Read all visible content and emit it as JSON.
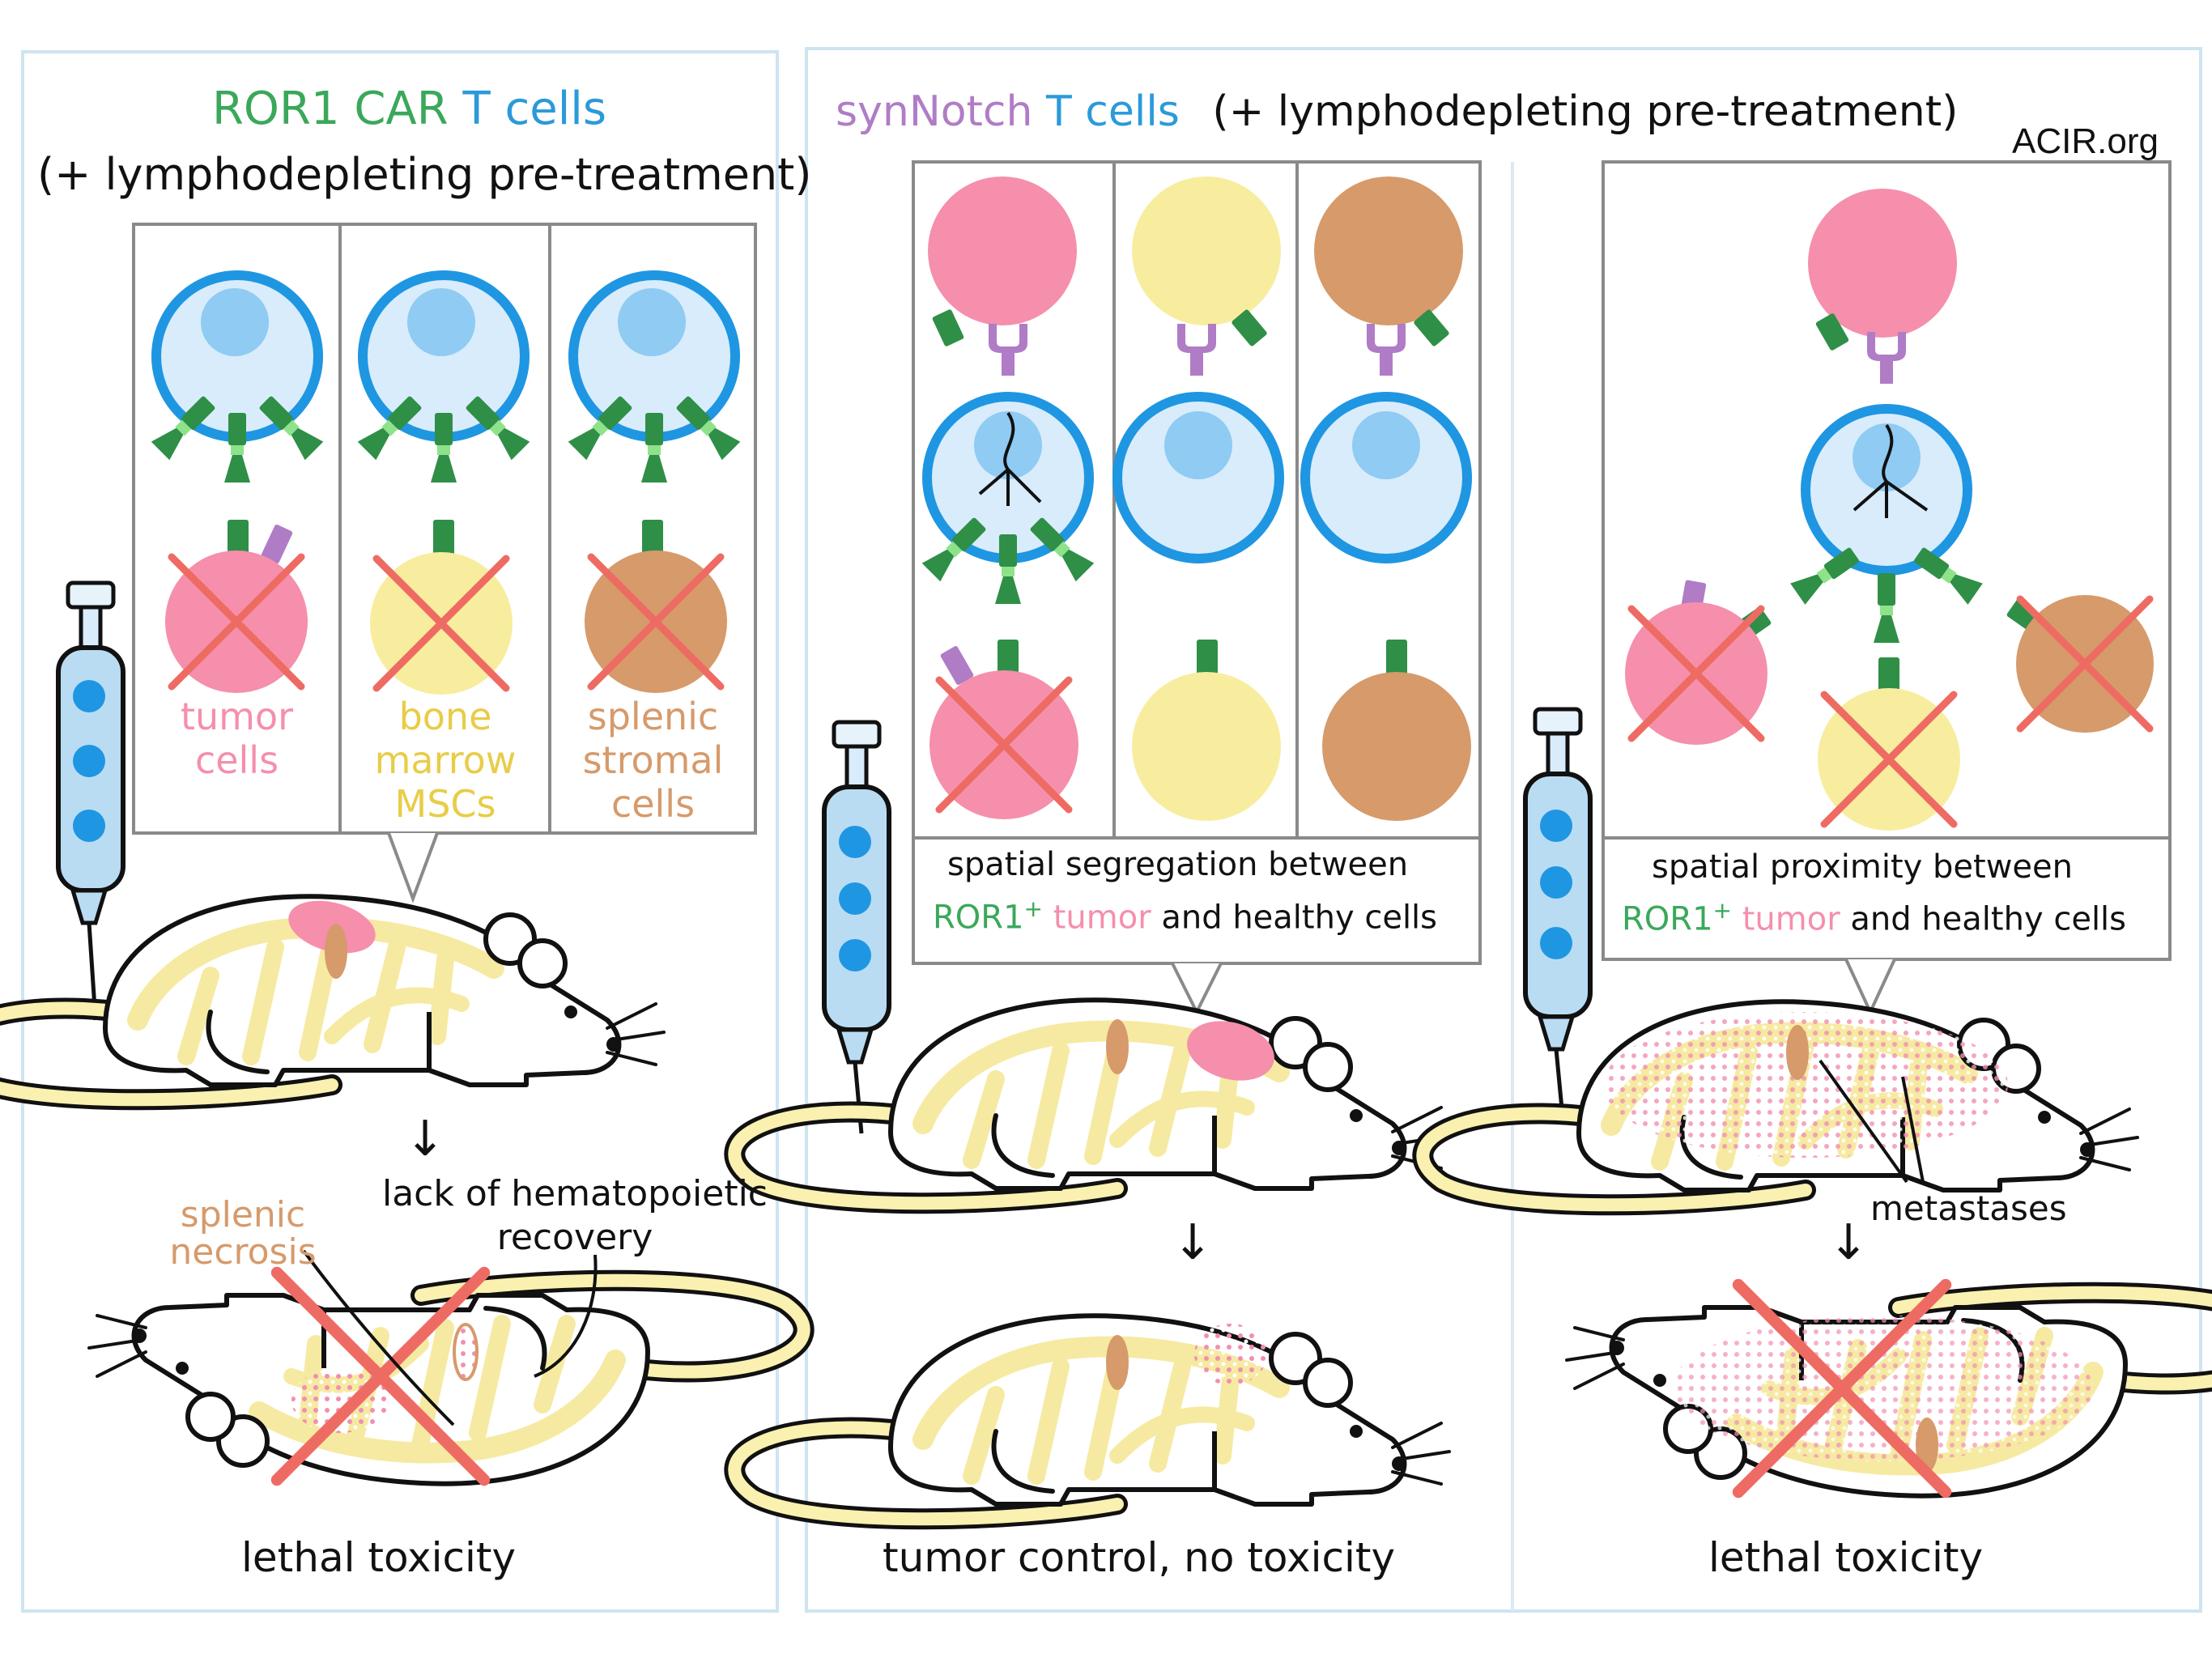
{
  "colors": {
    "green": "#3aa85a",
    "blue": "#2b9ad9",
    "purple": "#b07cc6",
    "pink": "#f58fab",
    "yellow": "#f2e27a",
    "brown": "#d69a6b",
    "red_cross": "#ee6b63",
    "panel_border": "#cfe4f1"
  },
  "watermark": "ACIR.org",
  "left_panel": {
    "title_ror1_car": "ROR1 CAR",
    "title_t_cells": "T cells",
    "subtitle": "(+ lymphodepleting  pre-treatment)",
    "targets": [
      {
        "lines": [
          "tumor",
          "cells"
        ],
        "color": "pink"
      },
      {
        "lines": [
          "bone",
          "marrow",
          "MSCs"
        ],
        "color": "yellow"
      },
      {
        "lines": [
          "splenic",
          "stromal",
          "cells"
        ],
        "color": "brown"
      }
    ],
    "annotation_splenic": [
      "splenic",
      "necrosis"
    ],
    "annotation_hematopoietic": [
      "lack of hematopoietic",
      "recovery"
    ],
    "arrow": "↓",
    "outcome": "lethal toxicity"
  },
  "right_panel": {
    "title_synnotch": "synNotch",
    "title_t_cells": "T cells",
    "subtitle": "(+ lymphodepleting  pre-treatment)",
    "segregation": {
      "line1": "spatial segregation between",
      "ror1": "ROR1",
      "sup": "+",
      "tumor": "tumor",
      "rest": "and healthy cells",
      "arrow": "↓",
      "outcome": "tumor control,  no toxicity"
    },
    "proximity": {
      "line1": "spatial proximity between",
      "ror1": "ROR1",
      "sup": "+",
      "tumor": "tumor",
      "rest": "and healthy cells",
      "metastases": "metastases",
      "arrow": "↓",
      "outcome": "lethal toxicity"
    }
  }
}
